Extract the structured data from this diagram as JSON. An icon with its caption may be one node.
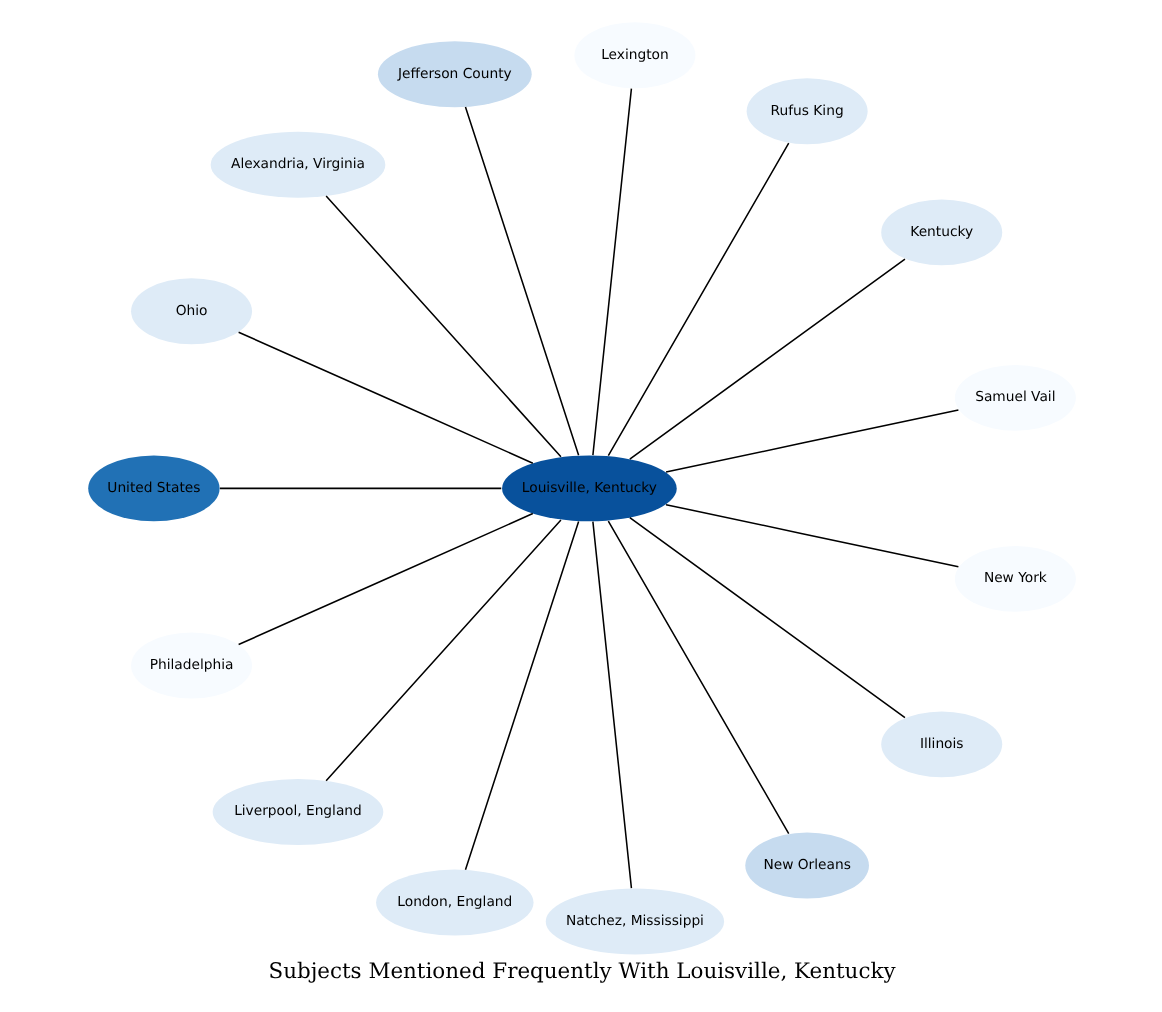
{
  "diagram": {
    "title": "Subjects Mentioned Frequently With Louisville, Kentucky",
    "nodes": [
      {
        "text": [
          "Samuel Vail"
        ]
      },
      {
        "text": [
          "Kentucky"
        ]
      },
      {
        "text": [
          "Rufus King"
        ]
      },
      {
        "text": [
          "Lexington"
        ]
      },
      {
        "text": [
          "Jefferson County"
        ]
      },
      {
        "text": [
          "Alexandria, Virginia"
        ]
      },
      {
        "text": [
          "Ohio"
        ]
      },
      {
        "text": [
          "Louisville, Kentucky"
        ]
      },
      {
        "text": [
          "United States"
        ]
      },
      {
        "text": [
          "Philadelphia"
        ]
      },
      {
        "text": [
          "Liverpool, England"
        ]
      },
      {
        "text": [
          "London, England"
        ]
      },
      {
        "text": [
          "Natchez, Mississippi"
        ]
      },
      {
        "text": [
          "New Orleans"
        ]
      },
      {
        "text": [
          "Illinois"
        ]
      },
      {
        "text": [
          "New York"
        ]
      }
    ],
    "edges": [
      {
        "from": 7,
        "to": 0,
        "arrow": "none"
      },
      {
        "from": 7,
        "to": 1,
        "arrow": "none"
      },
      {
        "from": 7,
        "to": 2,
        "arrow": "none"
      },
      {
        "from": 7,
        "to": 3,
        "arrow": "none"
      },
      {
        "from": 7,
        "to": 4,
        "arrow": "none"
      },
      {
        "from": 7,
        "to": 5,
        "arrow": "none"
      },
      {
        "from": 7,
        "to": 6,
        "arrow": "none"
      },
      {
        "from": 7,
        "to": 8,
        "arrow": "none"
      },
      {
        "from": 7,
        "to": 9,
        "arrow": "none"
      },
      {
        "from": 7,
        "to": 10,
        "arrow": "none"
      },
      {
        "from": 7,
        "to": 11,
        "arrow": "none"
      },
      {
        "from": 7,
        "to": 12,
        "arrow": "none"
      },
      {
        "from": 7,
        "to": 13,
        "arrow": "none"
      },
      {
        "from": 7,
        "to": 14,
        "arrow": "none"
      },
      {
        "from": 7,
        "to": 15,
        "arrow": "none"
      }
    ]
  }
}
